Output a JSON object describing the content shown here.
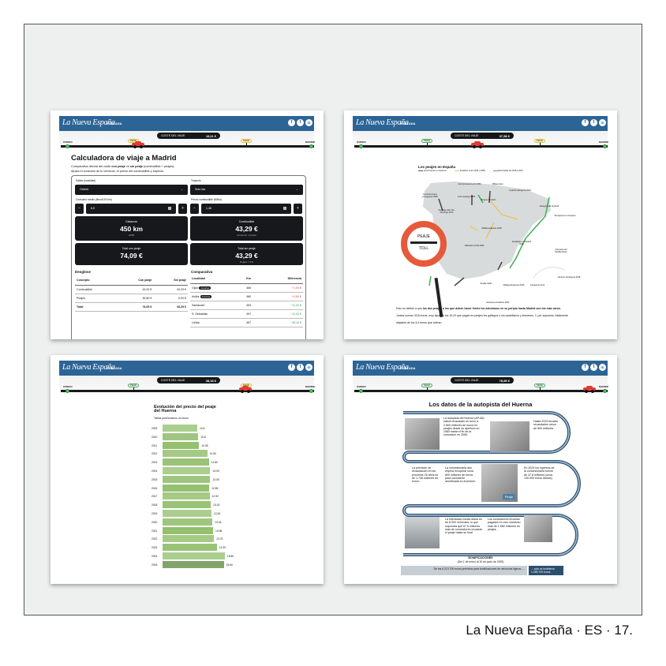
{
  "footer": "La Nueva España · ES · 17.",
  "common": {
    "logo": "La Nueva España",
    "nav": "PORTADA",
    "social": [
      "f",
      "t",
      "in"
    ],
    "cost_label": "COSTE DEL VIAJE",
    "origin": "OVIEDO",
    "destination": "MADRID",
    "toll_label": "PEAJE"
  },
  "panels": [
    {
      "cost": "18,11 €"
    },
    {
      "cost": "37,58 €"
    },
    {
      "cost": "48,18 €"
    },
    {
      "cost": "78,85 €"
    }
  ],
  "calculator": {
    "title": "Calculadora de viaje a Madrid",
    "subtitle_1a": "Comparativa directa del coste ",
    "subtitle_1b": "con peaje",
    "subtitle_1c": " vs ",
    "subtitle_1d": "sin peaje",
    "subtitle_1e": " (combustible + peajes).",
    "subtitle_2": "Ajusta el consumo de tu vehículo, el precio del combustible y trayecto.",
    "salida_label": "Salida (localidad)",
    "salida_value": "Oviedo",
    "trayecto_label": "Trayecto",
    "trayecto_value": "Solo ida",
    "consumo_label": "Consumo medio (litros/100 km)",
    "consumo_value": "6,5",
    "precio_label": "Precio combustible (€/litro)",
    "precio_value": "1,48",
    "minus": "−",
    "plus": "+",
    "cards": [
      {
        "label": "Distancia",
        "value": "450 km",
        "sub": "AP66"
      },
      {
        "label": "Combustible",
        "value": "43,29 €",
        "sub": "Consumo × precio"
      },
      {
        "label": "Total con peaje",
        "value": "74,09 €",
        "sub": ""
      },
      {
        "label": "Total sin peaje",
        "value": "43,29 €",
        "sub": "Peajes = 0 €"
      }
    ],
    "desglose": {
      "title": "Desglose",
      "headers": [
        "Concepto",
        "Con peaje",
        "Sin peaje"
      ],
      "rows": [
        [
          "Combustible",
          "43,29 €",
          "43,29 €"
        ],
        [
          "Peajes",
          "30,80 €",
          "0,00 €"
        ],
        [
          "Total",
          "74,09 €",
          "43,29 €"
        ]
      ]
    },
    "comparativa": {
      "title": "Comparativa",
      "headers": [
        "Localidad",
        "Km",
        "Diferencia"
      ],
      "rows": [
        {
          "name": "Gijón",
          "badge": "Asturias",
          "km": "466",
          "diff": "+1,54 €",
          "sign": "neg"
        },
        {
          "name": "Avilés",
          "badge": "Asturias",
          "km": "480",
          "diff": "+3,89 €",
          "sign": "neg"
        },
        {
          "name": "Santander",
          "badge": "",
          "km": "454",
          "diff": "−11,32 €",
          "sign": "pos"
        },
        {
          "name": "S. Sebastián",
          "badge": "",
          "km": "497",
          "diff": "−11,03 €",
          "sign": "pos"
        },
        {
          "name": "Lleida",
          "badge": "",
          "km": "467",
          "diff": "−28,16 €",
          "sign": "pos"
        }
      ]
    }
  },
  "map": {
    "title": "Los peajes en España",
    "legend": [
      "Vencimientos a mantener",
      "Finalizan entre 2029 y 2050",
      "Eliminados de 2018 a 2021"
    ],
    "labels": [
      "Ferrol-Frontera portuguesa 2048",
      "Santiago-Alto Sto. Domingo 2074",
      "Campomanes-León 2050",
      "León-Astorga 2055",
      "Bilbao-Haro",
      "Burgos-Armiñón",
      "Logroño-Zaragoza 2026",
      "Zaragoza-El Vendrell",
      "Tarragona-La Jonquera",
      "Villalba-Adanero 2029",
      "Villacastín-Ávila 2029",
      "Autopistas de Madrid 2002",
      "Autopista del Mediterráneo",
      "Alicante-Cartagena 2048",
      "Cartagena-Vera",
      "Málaga-Estepona 2046",
      "Sevilla-Cádiz",
      "Estepona-Guadiaro 2054"
    ],
    "sign_top": "PEAJE",
    "sign_bottom": "TOLL",
    "para_1": "Esto es debido a que ",
    "para_bold": "los dos peajes a los que deben hacer frente los asturianos en su periplo hasta Madrid son los más caros.",
    "para_2": " Juntos suman 30,8 euros, muy lejos de los 15,20 que pagan en peajes los gallegos o los castellanos y leoneses. Y, por supuesto, totalmente alejados de los 3,4 euros que cobran"
  },
  "chart_data": {
    "type": "bar",
    "title": "Evolución del precio del peaje del Huerna",
    "subtitle": "Tarifas para turismos, en euros",
    "categories": [
      "2009",
      "2010",
      "2011",
      "2012",
      "2013",
      "2014",
      "2015",
      "2016",
      "2017",
      "2018",
      "2019",
      "2020",
      "2021",
      "2022",
      "2023",
      "2024",
      "2025"
    ],
    "values": [
      10.6,
      10.8,
      10.95,
      12.5,
      12.8,
      13.05,
      13.05,
      12.85,
      12.92,
      13.15,
      13.26,
      13.46,
      13.58,
      13.75,
      14.3,
      15.8,
      15.6
    ],
    "value_labels": [
      "10.6",
      "10.8",
      "10.95",
      "12.50",
      "12.80",
      "13.05",
      "13.05",
      "12.85",
      "12.92",
      "13.15",
      "13.26",
      "13.46",
      "13.58",
      "13.75",
      "14.30",
      "15.80",
      "15.60"
    ],
    "orientation": "horizontal"
  },
  "huerna": {
    "title": "Los datos de la autopista del Huerna",
    "facts": [
      "La autopista del Huerna (AP-66) habrá recaudado en torno a 2.800 millones de euros en peajes desde su apertura en 1983 hasta el fin de la concesión en 2050.",
      "Hasta 2023 llevaba recaudados cerca de 800 millones.",
      "La previsión de recaudación en los próximos 25 años es de 1.748 millones de euros.",
      "La concesionaria aún espera recuperar unos 800 millones de euros para considerar amortizada su inversión.",
      "En 2024 los ingresos de la concesionaria fueron de 47,8 millones (unos 130.000 euros diarios)",
      "La intensidad media diaria es de 8.000 vehículos, lo que supondrá que 67,5 millones más de conductores cruzarán el peaje hasta su final.",
      "Los conductores llevarían pagados en ese momento más de 1.580 millones en peajes."
    ],
    "photo_sign": "Peaje",
    "bonus_title": "BONIFICACIONES",
    "bonus_period": "(Del 1 de enero al 30 de junio de 2025)",
    "bonus_left": "De los 6.213.700 euros previstos para bonificaciones de vehículos ligeros ...",
    "bonus_right": "... solo se invirtieron 1.285.700 euros"
  }
}
